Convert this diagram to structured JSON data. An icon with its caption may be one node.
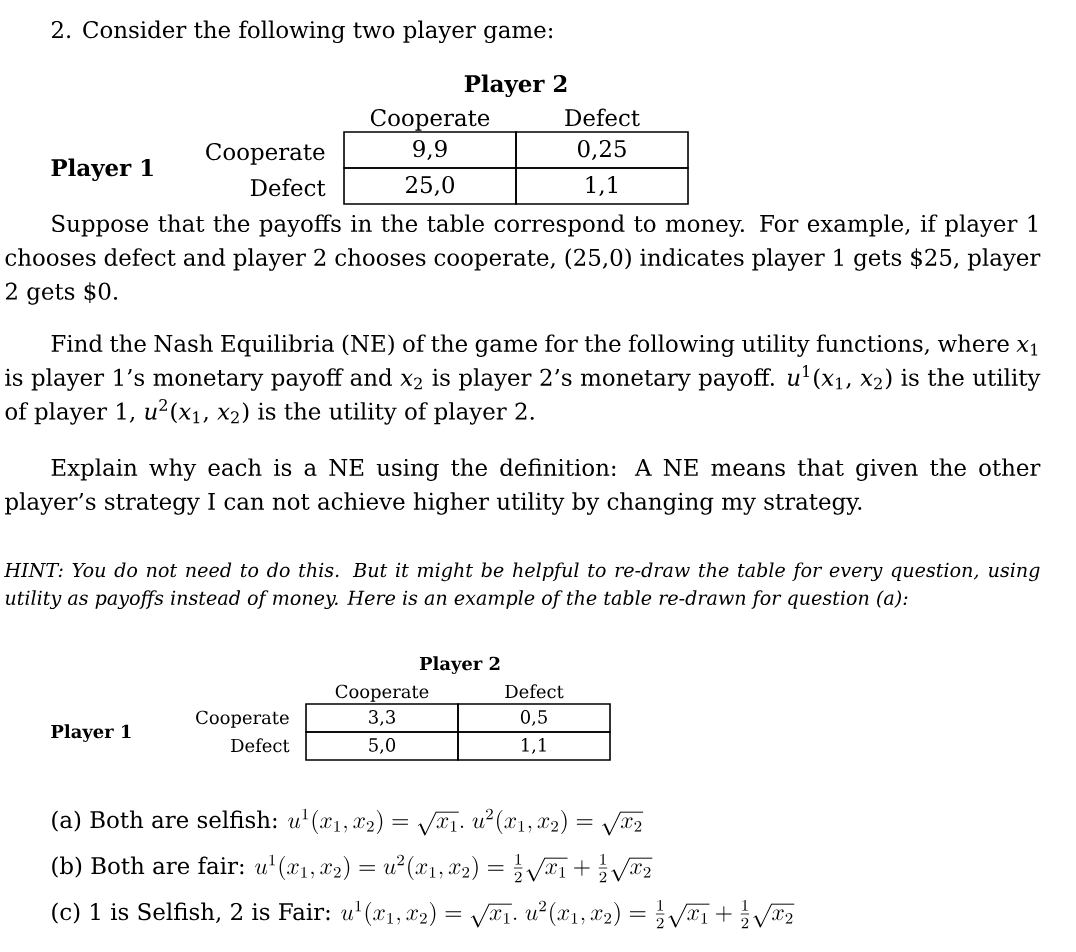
{
  "diagram": {
    "labels": [
      "2. Consider the following two player game:",
      "Player 2",
      "Cooperate",
      "Defect",
      "Player 1",
      "Cooperate",
      "9,9",
      "0,25",
      "Defect",
      "25,0",
      "1,1",
      "Suppose that the payoffs in the table correspond to money. For example, if player 1 chooses defect and player 2 chooses cooperate, (25,0) indicates player 1 gets $25, player 2 gets $0.",
      "Find the Nash Equilibria (NE) of the game for the following utility functions, where *x*$_{1}$ is player 1’s monetary payoff and *x*$_{2}$ is player 2’s monetary payoff. *u*$^{1}$(*x*$_{1}$, *x*$_{2}$) is the utility of player 1, *u*$^{2}$(*x*$_{1}$, *x*$_{2}$) is the utility of player 2.",
      "Explain why each is a NE using the definition: A NE means that given the other player’s strategy I can not achieve higher utility by changing my strategy.",
      "HINT: You do not need to do this. But it might be helpful to re-draw the table for every question, using utility as payoffs instead of money. Here is an example of the table re-drawn for question (a):",
      "Player 2",
      "Cooperate",
      "Defect",
      "Player 1",
      "Cooperate",
      "3,3",
      "0,5",
      "Defect",
      "5,0",
      "1,1",
      "(a) Both are selfish:",
      "u^{1}(x_{1},x_{2})=\\sqrt{x_{1}}.\\; u^{2}(x_{1},x_{2})=\\sqrt{x_{2}}",
      "(b) Both are fair:",
      "u^{1}(x_{1},x_{2})=u^{2}(x_{1},x_{2})=\\frac{1}{2}\\sqrt{x_{1}}+\\frac{1}{2}\\sqrt{x_{2}}",
      "(c) 1 is Selfish, 2 is Fair:",
      "u^{1}(x_{1},x_{2})=\\sqrt{x_{1}}.\\; u^{2}(x_{1},x_{2})=\\frac{1}{2}\\sqrt{x_{1}}+\\frac{1}{2}\\sqrt{x_{2}}"
    ]
  }
}
